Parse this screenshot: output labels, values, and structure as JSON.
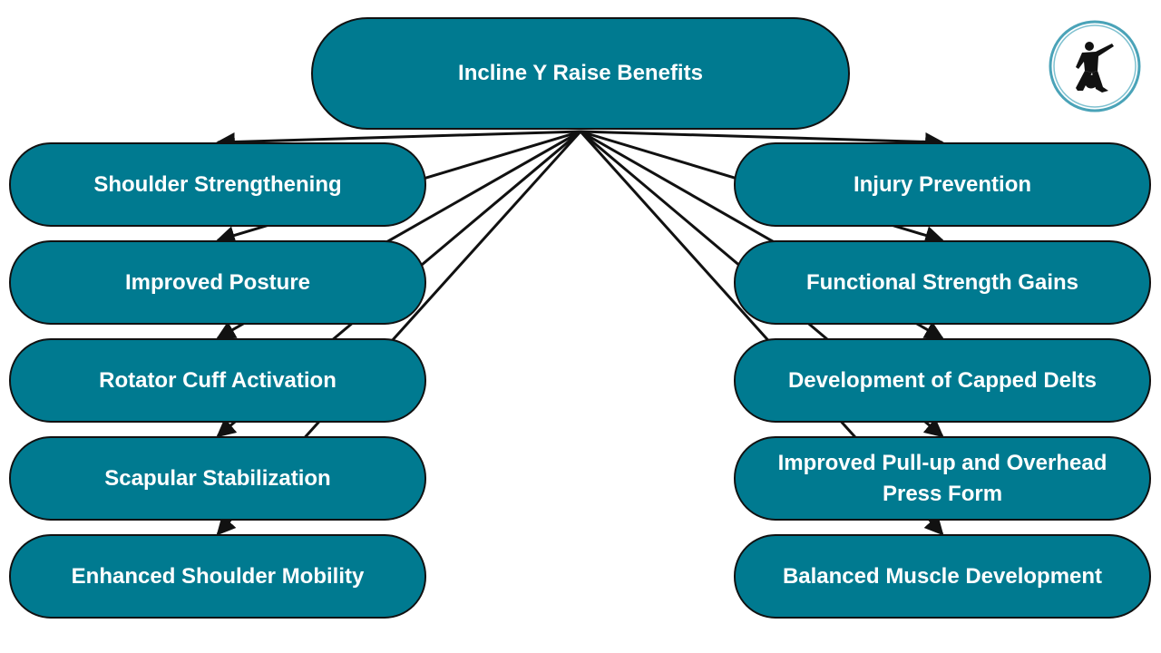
{
  "diagram": {
    "root": "Incline Y Raise Benefits",
    "left": [
      "Shoulder Strengthening",
      "Improved Posture",
      "Rotator Cuff Activation",
      "Scapular Stabilization",
      "Enhanced Shoulder Mobility"
    ],
    "right": [
      "Injury Prevention",
      "Functional Strength Gains",
      "Development of Capped Delts",
      "Improved Pull-up and Overhead Press Form",
      "Balanced Muscle Development"
    ]
  },
  "colors": {
    "node_fill": "#007a90",
    "node_border": "#111111",
    "node_text": "#ffffff",
    "connector": "#111111",
    "logo_ring": "#4aa3b8"
  },
  "icons": {
    "logo": "kettlebell-athlete-logo-icon"
  }
}
